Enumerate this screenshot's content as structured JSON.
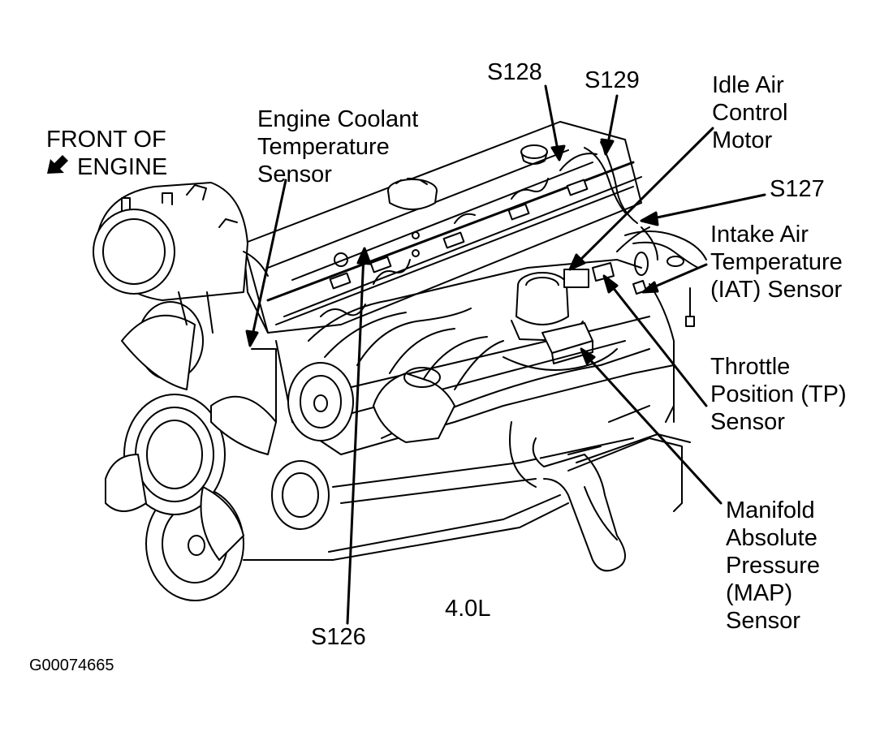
{
  "diagram": {
    "front_of_engine": {
      "line1": "FRONT OF",
      "line2": "ENGINE"
    },
    "labels": {
      "engine_coolant": [
        "Engine Coolant",
        "Temperature",
        "Sensor"
      ],
      "s128": "S128",
      "s129": "S129",
      "idle_air": [
        "Idle Air",
        "Control",
        "Motor"
      ],
      "s127": "S127",
      "intake_air": [
        "Intake Air",
        "Temperature",
        "(IAT) Sensor"
      ],
      "throttle": [
        "Throttle",
        "Position (TP)",
        "Sensor"
      ],
      "map": [
        "Manifold",
        "Absolute",
        "Pressure",
        "(MAP)",
        "Sensor"
      ],
      "s126": "S126",
      "engine_size": "4.0L",
      "figure_id": "G00074665"
    }
  },
  "colors": {
    "ink": "#000000",
    "paper": "#ffffff"
  }
}
